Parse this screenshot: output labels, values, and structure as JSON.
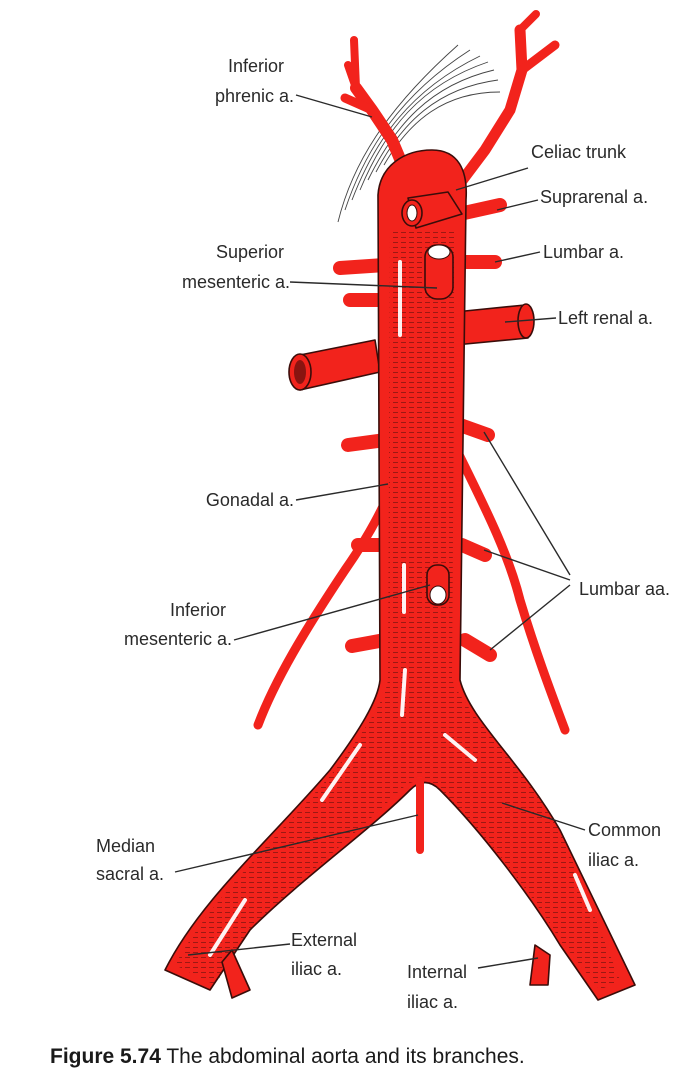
{
  "labels": {
    "inferior_phrenic": [
      "Inferior",
      "phrenic a."
    ],
    "celiac_trunk": "Celiac trunk",
    "suprarenal": "Suprarenal a.",
    "superior_mesenteric": [
      "Superior",
      "mesenteric a."
    ],
    "lumbar_single": "Lumbar a.",
    "left_renal": "Left renal a.",
    "gonadal": "Gonadal a.",
    "lumbar_plural": "Lumbar aa.",
    "inferior_mesenteric": [
      "Inferior",
      "mesenteric a."
    ],
    "median_sacral": [
      "Median",
      "sacral a."
    ],
    "common_iliac": [
      "Common",
      "iliac a."
    ],
    "external_iliac": [
      "External",
      "iliac a."
    ],
    "internal_iliac": [
      "Internal",
      "iliac a."
    ]
  },
  "caption": {
    "figure_number": "Figure 5.74",
    "text": "The abdominal aorta and its branches."
  },
  "colors": {
    "artery": "#f2231c",
    "outline": "#3a0d0a",
    "text": "#2a2a2a"
  }
}
